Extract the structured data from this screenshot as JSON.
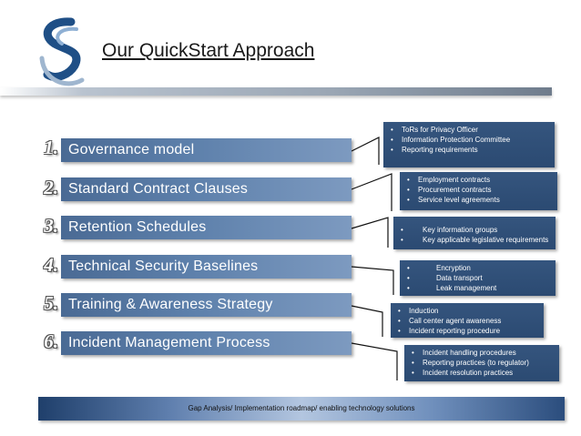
{
  "header": {
    "title": "Our QuickStart Approach"
  },
  "items": [
    {
      "number": "1.",
      "label": "Governance model"
    },
    {
      "number": "2.",
      "label": "Standard Contract Clauses"
    },
    {
      "number": "3.",
      "label": "Retention Schedules"
    },
    {
      "number": "4.",
      "label": "Technical Security Baselines"
    },
    {
      "number": "5.",
      "label": "Training & Awareness Strategy"
    },
    {
      "number": "6.",
      "label": "Incident Management Process"
    }
  ],
  "details": [
    [
      "ToRs for Privacy Officer",
      "Information Protection Committee",
      "Reporting requirements"
    ],
    [
      "Employment contracts",
      "Procurement contracts",
      "Service level agreements"
    ],
    [
      "Key information groups",
      "Key applicable legislative requirements"
    ],
    [
      "Encryption",
      "Data transport",
      "Leak management"
    ],
    [
      "Induction",
      "Call center agent awareness",
      "Incident reporting procedure"
    ],
    [
      "Incident handling procedures",
      "Reporting practices (to regulator)",
      "Incident resolution practices"
    ]
  ],
  "footer": {
    "text": "Gap Analysis/ Implementation roadmap/ enabling technology solutions"
  },
  "colors": {
    "bar": "#5d80ab",
    "box": "#2f4f78",
    "number_outline": "#555555"
  }
}
